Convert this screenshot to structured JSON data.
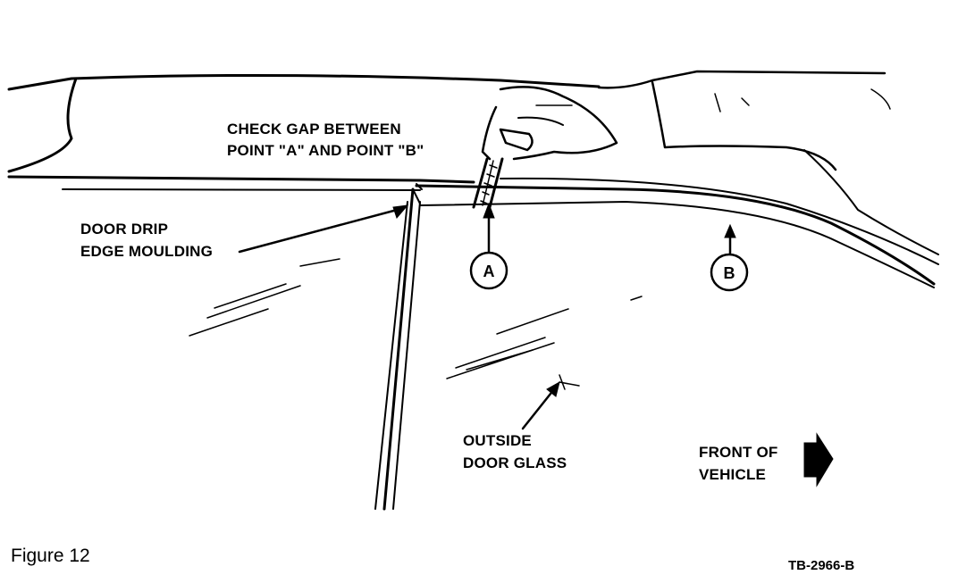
{
  "labels": {
    "check_gap_line1": "CHECK GAP BETWEEN",
    "check_gap_line2": "POINT  \"A\" AND POINT \"B\"",
    "door_drip_line1": "DOOR DRIP",
    "door_drip_line2": "EDGE MOULDING",
    "outside_glass_line1": "OUTSIDE",
    "outside_glass_line2": "DOOR GLASS",
    "front_line1": "FRONT OF",
    "front_line2": "VEHICLE"
  },
  "points": {
    "a": "A",
    "b": "B"
  },
  "caption": "Figure 12",
  "code": "TB-2966-B",
  "colors": {
    "ink": "#000000",
    "paper": "#ffffff"
  },
  "icons": {
    "direction": "arrow-right-icon"
  }
}
